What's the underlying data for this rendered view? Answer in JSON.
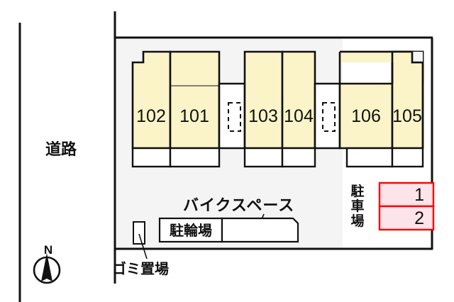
{
  "plan": {
    "type": "site-plan",
    "colors": {
      "unit_fill": "#faf4c8",
      "site_fill": "#f4f4f4",
      "balcony_fill": "#ffffff",
      "stair_fill": "#ffffff",
      "outline": "#111111",
      "parking_border": "#ff0000",
      "parking_fill": "#fde3ea",
      "page_bg": "#ffffff"
    },
    "road": {
      "label": "道路"
    },
    "building": {
      "units": [
        {
          "number": "102"
        },
        {
          "number": "101"
        },
        {
          "number": "103"
        },
        {
          "number": "104"
        },
        {
          "number": "106"
        },
        {
          "number": "105"
        }
      ],
      "stairs": [
        {
          "name": "stair-left"
        },
        {
          "name": "stair-right"
        }
      ]
    },
    "bike": {
      "callout_label": "バイクスペース",
      "cycle_park_label": "駐輪場"
    },
    "garbage": {
      "label": "ゴミ置場"
    },
    "parking": {
      "label": "駐車場",
      "label_chars": [
        "駐",
        "車",
        "場"
      ],
      "stalls": [
        {
          "number": "1"
        },
        {
          "number": "2"
        }
      ]
    },
    "compass": {
      "label": "N"
    }
  }
}
